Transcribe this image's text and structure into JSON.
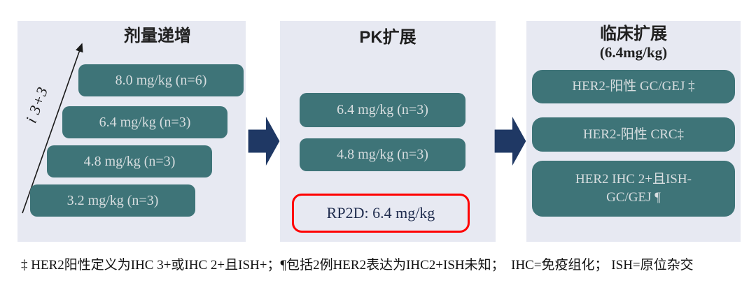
{
  "colors": {
    "panel_bg": "#E7E9F2",
    "box_teal": "#3E7478",
    "box_text": "#D8DEE0",
    "arrow_navy": "#1F3864",
    "rp2d_border": "#FF0000",
    "rp2d_text": "#1F2C4E"
  },
  "escalation": {
    "title": "剂量递增",
    "design_label": "i 3+3",
    "doses": [
      "8.0 mg/kg (n=6)",
      "6.4 mg/kg (n=3)",
      "4.8 mg/kg (n=3)",
      "3.2 mg/kg (n=3)"
    ]
  },
  "pk_expansion": {
    "title": "PK扩展",
    "doses": [
      "6.4 mg/kg (n=3)",
      "4.8 mg/kg (n=3)"
    ],
    "rp2d_label": "RP2D: 6.4 mg/kg"
  },
  "clinical_expansion": {
    "title": "临床扩展",
    "subtitle": "(6.4mg/kg)",
    "cohorts": [
      "HER2-阳性 GC/GEJ ‡",
      "HER2-阳性 CRC‡",
      "HER2 IHC 2+且ISH-\nGC/GEJ ¶"
    ]
  },
  "footnote": "‡ HER2阳性定义为IHC 3+或IHC 2+且ISH+；¶包括2例HER2表达为IHC2+ISH未知；  IHC=免疫组化； ISH=原位杂交"
}
